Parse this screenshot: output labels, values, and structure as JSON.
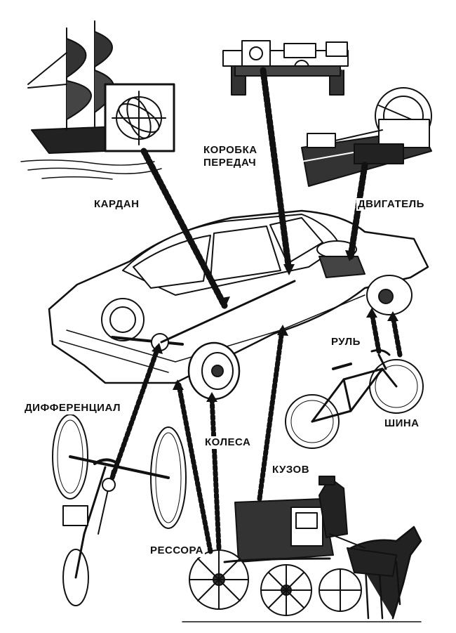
{
  "labels": {
    "kardan": "КАРДАН",
    "korobka_line1": "КОРОБКА",
    "korobka_line2": "ПЕРЕДАЧ",
    "dvigatel": "ДВИГАТЕЛЬ",
    "rul": "РУЛЬ",
    "shina": "ШИНА",
    "differencial": "ДИФФЕРЕНЦИАЛ",
    "kolesa": "КОЛЕСА",
    "kuzov": "КУЗОВ",
    "ressora": "РЕССОРА"
  },
  "colors": {
    "ink": "#111111",
    "paper": "#ffffff"
  }
}
